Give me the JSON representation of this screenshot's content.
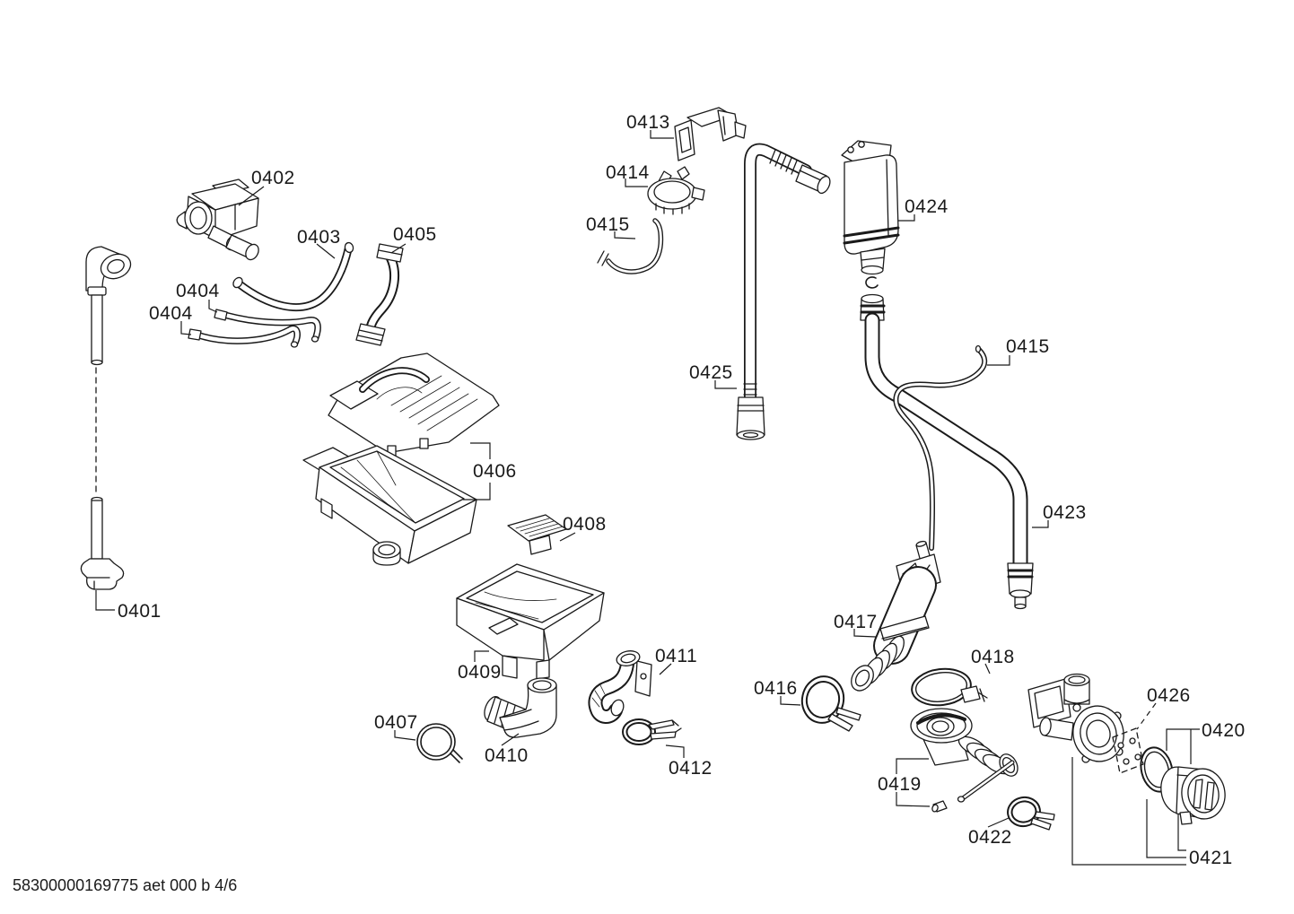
{
  "page": {
    "background": "#ffffff",
    "line_color": "#1a1a1a",
    "footer_text": "58300000169775 aet 000 b 4/6"
  },
  "callouts": [
    {
      "label": "0402"
    },
    {
      "label": "0403"
    },
    {
      "label": "0405"
    },
    {
      "label": "0404"
    },
    {
      "label": "0404"
    },
    {
      "label": "0401"
    },
    {
      "label": "0406"
    },
    {
      "label": "0408"
    },
    {
      "label": "0409"
    },
    {
      "label": "0410"
    },
    {
      "label": "0411"
    },
    {
      "label": "0412"
    },
    {
      "label": "0407"
    },
    {
      "label": "0413"
    },
    {
      "label": "0414"
    },
    {
      "label": "0415"
    },
    {
      "label": "0425"
    },
    {
      "label": "0415"
    },
    {
      "label": "0423"
    },
    {
      "label": "0424"
    },
    {
      "label": "0416"
    },
    {
      "label": "0417"
    },
    {
      "label": "0418"
    },
    {
      "label": "0419"
    },
    {
      "label": "0422"
    },
    {
      "label": "0426"
    },
    {
      "label": "0420"
    },
    {
      "label": "0421"
    }
  ]
}
